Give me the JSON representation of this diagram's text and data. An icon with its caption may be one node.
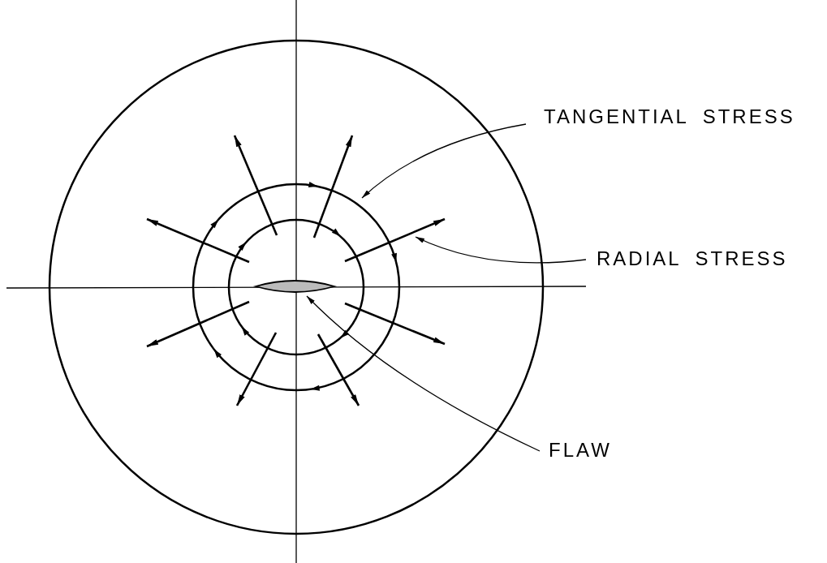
{
  "diagram": {
    "nodes": [
      {
        "text": [
          "TANGENTIAL STRESS"
        ]
      },
      {
        "text": [],
        "shape": "circle"
      },
      {
        "text": [
          "RADIAL STRESS"
        ]
      },
      {
        "text": [],
        "shape": "arrow"
      },
      {
        "text": [
          "FLAW"
        ]
      },
      {
        "text": [],
        "shape": "ellipse",
        "in": 1
      }
    ],
    "edges": [
      {
        "from": 0,
        "to": 1,
        "arrow": "to"
      },
      {
        "from": 2,
        "to": 3,
        "arrow": "to"
      },
      {
        "from": 4,
        "to": 5,
        "arrow": "to"
      }
    ]
  }
}
